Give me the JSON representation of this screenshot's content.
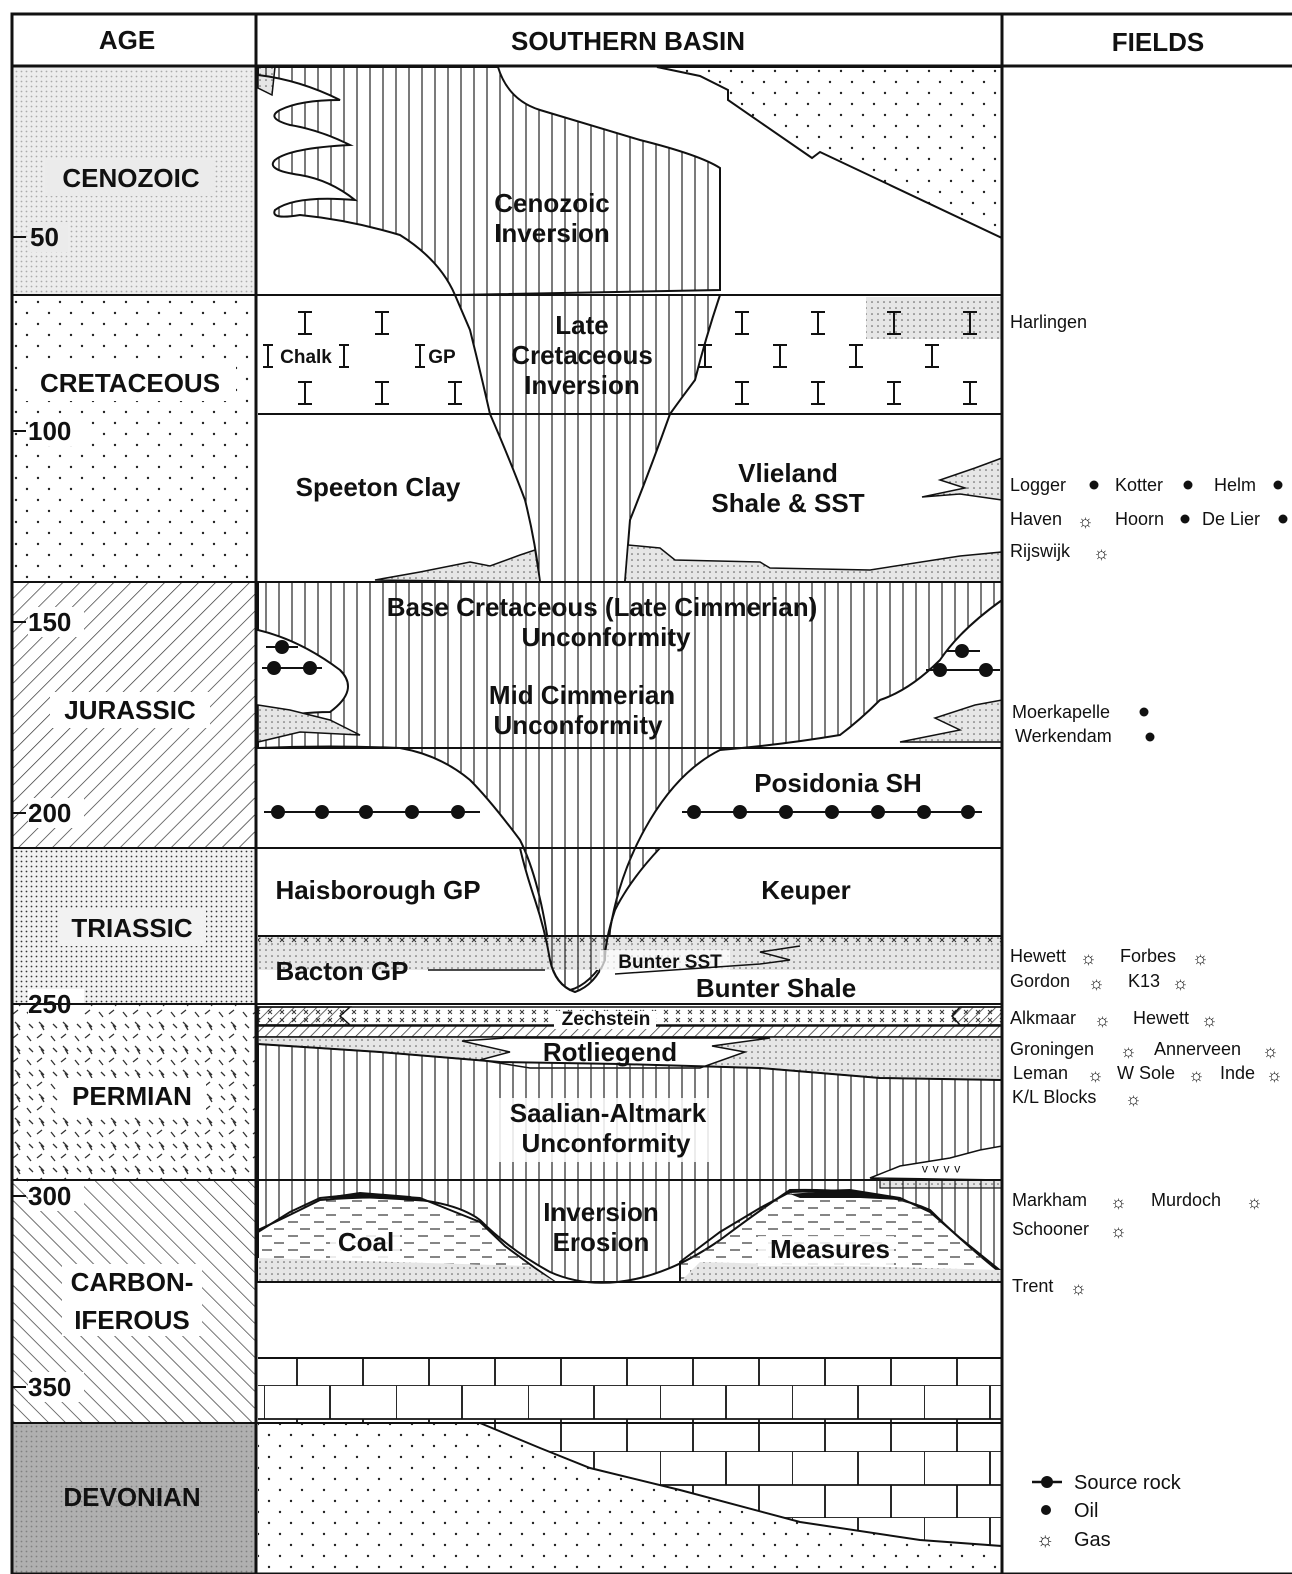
{
  "header": {
    "age": "AGE",
    "basin": "SOUTHERN BASIN",
    "fields": "FIELDS"
  },
  "eras": {
    "cenozoic": "CENOZOIC",
    "cretaceous": "CRETACEOUS",
    "jurassic": "JURASSIC",
    "triassic": "TRIASSIC",
    "permian": "PERMIAN",
    "carboniferous_1": "CARBON-",
    "carboniferous_2": "IFEROUS",
    "devonian": "DEVONIAN"
  },
  "ticks": [
    "50",
    "100",
    "150",
    "200",
    "250",
    "300",
    "350"
  ],
  "units": {
    "cenozoic_inversion_1": "Cenozoic",
    "cenozoic_inversion_2": "Inversion",
    "late_cret_1": "Late",
    "late_cret_2": "Cretaceous",
    "late_cret_3": "Inversion",
    "chalk": "Chalk",
    "gp": "GP",
    "speeton": "Speeton Clay",
    "vlieland_1": "Vlieland",
    "vlieland_2": "Shale & SST",
    "base_cret_1": "Base Cretaceous (Late Cimmerian)",
    "base_cret_2": "Unconformity",
    "mid_cimm_1": "Mid Cimmerian",
    "mid_cimm_2": "Unconformity",
    "posidonia": "Posidonia SH",
    "haisborough": "Haisborough GP",
    "keuper": "Keuper",
    "bacton": "Bacton GP",
    "bunter_sst": "Bunter SST",
    "bunter_shale": "Bunter Shale",
    "zechstein": "Zechstein",
    "rotliegend": "Rotliegend",
    "saalian_1": "Saalian-Altmark",
    "saalian_2": "Unconformity",
    "coal": "Coal",
    "inversion_1": "Inversion",
    "inversion_2": "Erosion",
    "measures": "Measures"
  },
  "fields": {
    "harlingen": "Harlingen",
    "logger": "Logger",
    "kotter": "Kotter",
    "helm": "Helm",
    "haven": "Haven",
    "hoorn": "Hoorn",
    "de_lier": "De Lier",
    "rijswijk": "Rijswijk",
    "moerkapelle": "Moerkapelle",
    "werkendam": "Werkendam",
    "hewett": "Hewett",
    "forbes": "Forbes",
    "gordon": "Gordon",
    "k13": "K13",
    "alkmaar": "Alkmaar",
    "hewett_2": "Hewett",
    "groningen": "Groningen",
    "annerveen": "Annerveen",
    "leman": "Leman",
    "w_sole": "W Sole",
    "inde": "Inde",
    "kl_blocks": "K/L Blocks",
    "markham": "Markham",
    "murdoch": "Murdoch",
    "schooner": "Schooner",
    "trent": "Trent"
  },
  "legend": {
    "source_rock": "Source rock",
    "oil": "Oil",
    "gas": "Gas"
  },
  "colors": {
    "ink": "#111111",
    "cenozoic_fill": "#ebebeb",
    "devonian_fill": "#9a9a9a",
    "stipple_fill": "#e6e6e6"
  }
}
